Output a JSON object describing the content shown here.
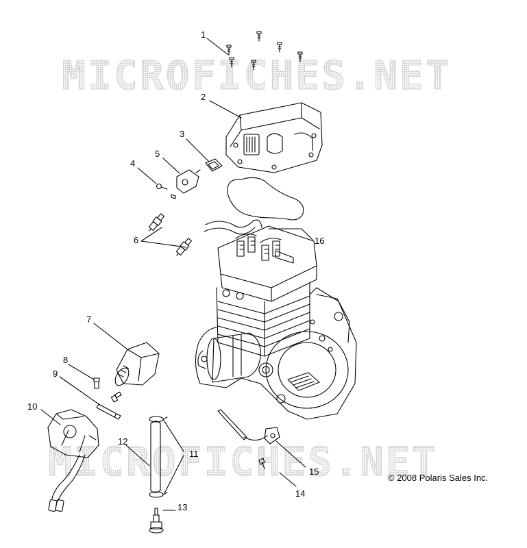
{
  "watermark": "MICROFICHES.NET",
  "copyright": "© 2008 Polaris Sales Inc.",
  "callouts": [
    "1",
    "2",
    "3",
    "4",
    "5",
    "6",
    "7",
    "8",
    "9",
    "10",
    "11",
    "12",
    "13",
    "14",
    "15",
    "16"
  ]
}
